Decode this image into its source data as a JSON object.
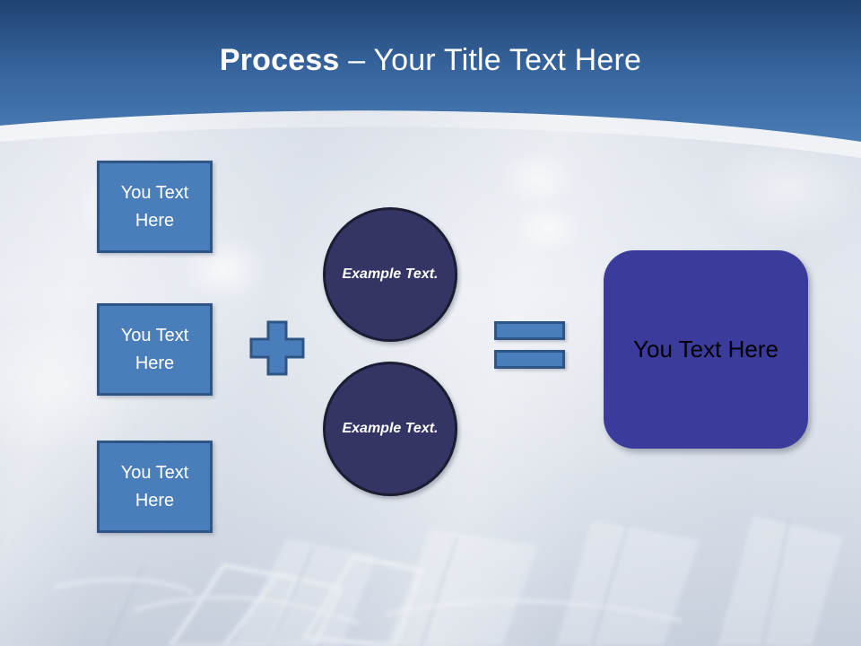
{
  "slide": {
    "title": {
      "strong": "Process",
      "rest": " – Your Title Text Here"
    },
    "accent_colors": {
      "header_top": "#1f4372",
      "header_bottom": "#4a7cb5",
      "box_fill": "#4a7ebb",
      "box_border": "#2e5585",
      "circle_fill": "#343465",
      "circle_border": "#1c1c33",
      "result_fill": "#3b3b9c",
      "title_text": "#ffffff",
      "result_text": "#000000"
    },
    "inputs": [
      {
        "label": "You Text Here"
      },
      {
        "label": "You Text Here"
      },
      {
        "label": "You Text Here"
      }
    ],
    "operators": {
      "plus": "+",
      "equals": "="
    },
    "circles": [
      {
        "label": "Example Text."
      },
      {
        "label": "Example Text."
      }
    ],
    "result": {
      "label": "You Text Here"
    }
  }
}
